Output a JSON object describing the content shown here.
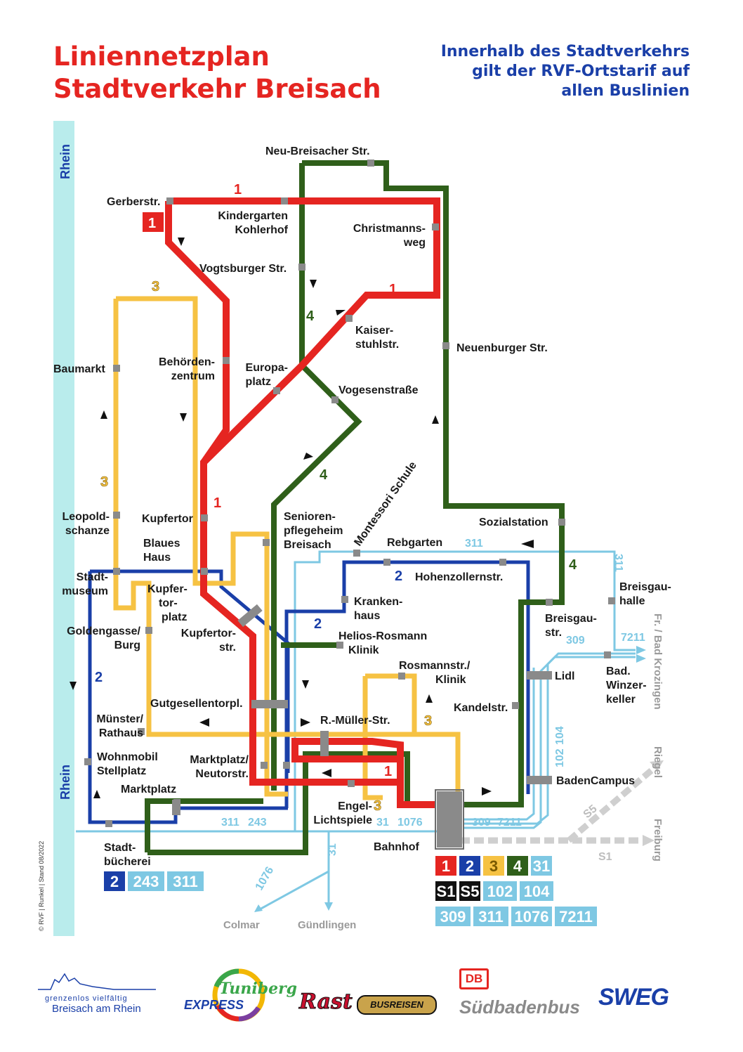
{
  "title": {
    "line1": "Liniennetzplan",
    "line2": "Stadtverkehr Breisach"
  },
  "notice": {
    "line1": "Innerhalb des Stadtverkehrs",
    "line2": "gilt der RVF-Ortstarif auf",
    "line3": "allen Buslinien"
  },
  "colors": {
    "line1": "#e52521",
    "line2": "#1a3fa8",
    "line3": "#f6c243",
    "line4": "#2f5f1a",
    "regional": "#7ec8e3",
    "rail": "#cfcfcf",
    "river": "#b9ecec",
    "stop": "#8a8a8a"
  },
  "river": {
    "top": "Rhein",
    "bottom": "Rhein"
  },
  "stops": {
    "neu_breisacher": "Neu-Breisacher Str.",
    "gerberstr": "Gerberstr.",
    "kindergarten": [
      "Kindergarten",
      "Kohlerhof"
    ],
    "christmannsweg": [
      "Christmanns-",
      "weg"
    ],
    "vogtsburger": "Vogtsburger Str.",
    "kaiserstuhlstr": [
      "Kaiser-",
      "stuhlstr."
    ],
    "neuenburger": "Neuenburger Str.",
    "baumarkt": "Baumarkt",
    "behoerdenzentrum": [
      "Behörden-",
      "zentrum"
    ],
    "europaplatz": [
      "Europa-",
      "platz"
    ],
    "vogesenstrasse": "Vogesenstraße",
    "leopoldschanze": [
      "Leopold-",
      "schanze"
    ],
    "kupfertor": "Kupfertor",
    "seniorenpflegeheim": [
      "Senioren-",
      "pflegeheim",
      "Breisach"
    ],
    "montessori": "Montessori Schule",
    "sozialstation": "Sozialstation",
    "blaues_haus": [
      "Blaues",
      "Haus"
    ],
    "rebgarten": "Rebgarten",
    "stadtmuseum": [
      "Stadt-",
      "museum"
    ],
    "kupfertorplatz": [
      "Kupfer-",
      "tor-",
      "platz"
    ],
    "hohenzollernstr": "Hohenzollernstr.",
    "breisgauhalle": [
      "Breisgau-",
      "halle"
    ],
    "krankenhaus": [
      "Kranken-",
      "haus"
    ],
    "breisgaustr": [
      "Breisgau-",
      "str."
    ],
    "goldengasse": [
      "Goldengasse/",
      "Burg"
    ],
    "kupfertorstr": [
      "Kupfertor-",
      "str."
    ],
    "helios": [
      "Helios-Rosmann",
      "Klinik"
    ],
    "rosmannstr": [
      "Rosmannstr./",
      "Klinik"
    ],
    "lidl": "Lidl",
    "bad_winzerkeller": [
      "Bad.",
      "Winzer-",
      "keller"
    ],
    "gutgesellentorpl": "Gutgesellentorpl.",
    "kandelstr": "Kandelstr.",
    "muenster": [
      "Münster/",
      "Rathaus"
    ],
    "r_mueller": "R.-Müller-Str.",
    "wohnmobil": [
      "Wohnmobil",
      "Stellplatz"
    ],
    "marktplatz_neutor": [
      "Marktplatz/",
      "Neutorstr."
    ],
    "badencampus": "BadenCampus",
    "marktplatz": "Marktplatz",
    "engel": [
      "Engel-",
      "Lichtspiele"
    ],
    "stadtbuecherei": [
      "Stadt-",
      "bücherei"
    ],
    "bahnhof": "Bahnhof"
  },
  "line_labels": {
    "l1": "1",
    "l2": "2",
    "l3": "3",
    "l4": "4",
    "r311": "311",
    "r243": "243",
    "r31": "31",
    "r1076": "1076",
    "r309": "309",
    "r7211": "7211",
    "r102": "102",
    "r104": "104",
    "s5": "S5",
    "s1": "S1"
  },
  "destinations": {
    "colmar": "Colmar",
    "guendlingen": "Gündlingen",
    "fr_bad_krozingen": "Fr. / Bad Krozingen",
    "riegel": "Riegel",
    "freiburg": "Freiburg"
  },
  "legend_bahnhof": {
    "row1": [
      "1",
      "2",
      "3",
      "4",
      "31"
    ],
    "row2": [
      "S1",
      "S5",
      "102",
      "104"
    ],
    "row3": [
      "309",
      "311",
      "1076",
      "7211"
    ]
  },
  "legend_buecherei": [
    "2",
    "243",
    "311"
  ],
  "copyright": "© RVF | Runkel | Stand 08/2022",
  "logos": {
    "breisach_tag": "grenzenlos vielfältig",
    "breisach_name": "Breisach am Rhein",
    "tuniberg_top": "Tuniberg",
    "tuniberg_bottom": "EXPRESS",
    "rast": "Rast",
    "busreisen": "BUSREISEN",
    "db": "DB",
    "suedbadenbus": "Südbadenbus",
    "sweg": "SWEG"
  }
}
